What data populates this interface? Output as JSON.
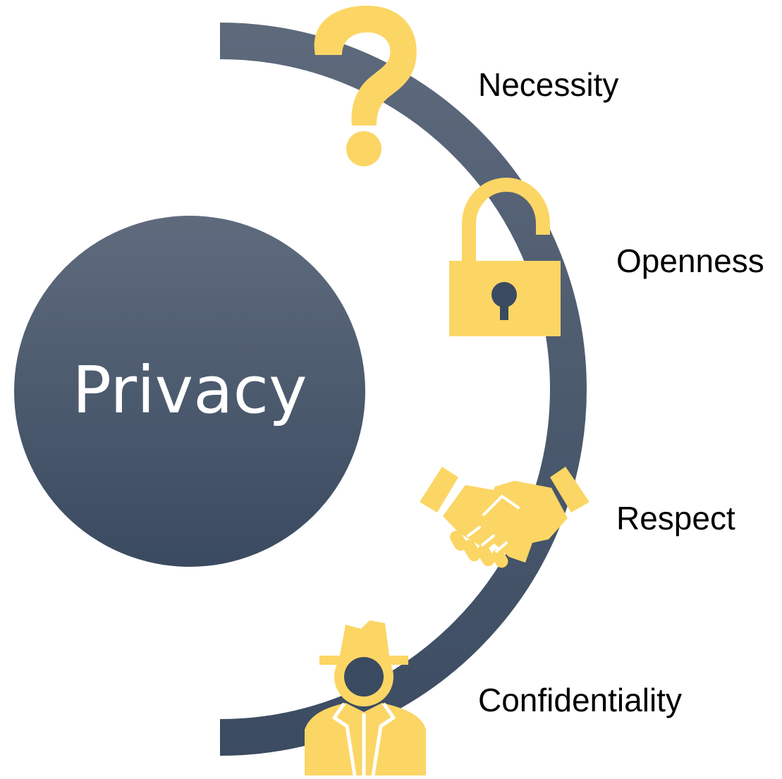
{
  "center": {
    "label": "Privacy"
  },
  "items": [
    {
      "label": "Necessity",
      "icon": "question-mark-icon"
    },
    {
      "label": "Openness",
      "icon": "open-padlock-icon"
    },
    {
      "label": "Respect",
      "icon": "handshake-icon"
    },
    {
      "label": "Confidentiality",
      "icon": "detective-icon"
    }
  ],
  "colors": {
    "slate_light": "#5f6b7d",
    "slate_dark": "#3a4a60",
    "accent": "#fbd665",
    "text": "#000000"
  }
}
